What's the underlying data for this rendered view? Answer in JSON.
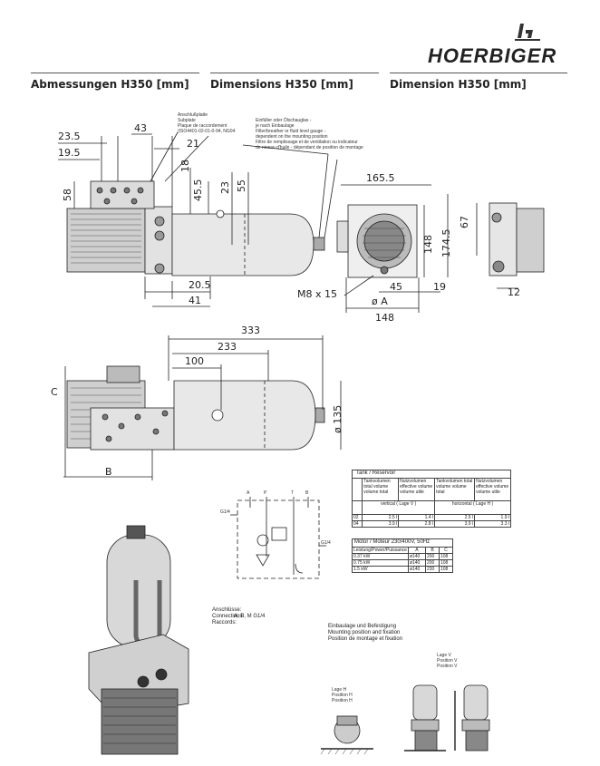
{
  "brand": {
    "name": "HOERBIGER"
  },
  "headers": {
    "de": "Abmessungen H350 [mm]",
    "en": "Dimensions H350 [mm]",
    "fr": "Dimension H350 [mm]"
  },
  "notes": {
    "subplate": [
      "Anschlußplatte",
      "Subplate",
      "Plaque de raccordement",
      "(ISO4401-02-01-0-94, NG04"
    ],
    "filler": [
      "Einfüller oder Ölschauglas -",
      "je nach Einbaulage",
      "Filler/breather or fluid level gauge -",
      "dependent on the mounting position",
      "Filtre de remplissage et de ventilation ou indicateur",
      "de niveau d'huile - dépendant de position de montage"
    ]
  },
  "dims_top": {
    "d23_5": "23.5",
    "d43": "43",
    "d19_5": "19.5",
    "d21": "21",
    "d18": "18",
    "d45_5": "45.5",
    "d23": "23",
    "d55": "55",
    "d58": "58",
    "d20_5": "20.5",
    "d41": "41",
    "d165_5": "165.5",
    "d148v": "148",
    "d174_5": "174.5",
    "d67": "67",
    "d45": "45",
    "d19": "19",
    "d12": "12",
    "m8": "M8 x 15",
    "phiA": "ø A",
    "d148h": "148"
  },
  "dims_mid": {
    "d333": "333",
    "d233": "233",
    "d100": "100",
    "C": "C",
    "B": "B",
    "phi135": "ø 135"
  },
  "tank_table": {
    "title": "Tank / Réservoir",
    "head": [
      "Tankvolumen total volume volume total",
      "Nutzvolumen effective volume volume utile",
      "Tankvolumen total volume volume total",
      "Nutzvolumen effective volume volume utile"
    ],
    "sub_left": "vertical ( Lage V )",
    "sub_right": "horizontal ( Lage H )",
    "rows": [
      [
        "02",
        "2.5 l",
        "1.4 l",
        "2.5 l",
        "1.9 l"
      ],
      [
        "04",
        "3.9 l",
        "2.8 l",
        "3.9 l",
        "3.3 l"
      ]
    ]
  },
  "motor_table": {
    "title": "Motor / Moteur   230/400V, 50Hz",
    "head": [
      "Leistung/Power/Puissance",
      "A",
      "B",
      "C"
    ],
    "rows": [
      [
        "0.37 kW",
        "ø140",
        "200",
        "108"
      ],
      [
        "0.75 kW",
        "ø140",
        "200",
        "108"
      ],
      [
        "1.5 kW",
        "ø140",
        "230",
        "108"
      ]
    ]
  },
  "schematic": {
    "A": "A",
    "P": "P",
    "T": "T",
    "B": "B",
    "G14a": "G1/4",
    "G14b": "G1/4"
  },
  "connections": {
    "labels": [
      "Anschlüsse:",
      "Connections:",
      "Raccords:"
    ],
    "value": "A, B, M   G1/4"
  },
  "mounting": {
    "title": [
      "Einbaulage und Befestigung",
      "Mounting position and fixation",
      "Position de montage et fixation"
    ],
    "pos_v": [
      "Lage V",
      "Position V",
      "Position V"
    ],
    "pos_h": [
      "Lage H",
      "Position H",
      "Position H"
    ]
  }
}
